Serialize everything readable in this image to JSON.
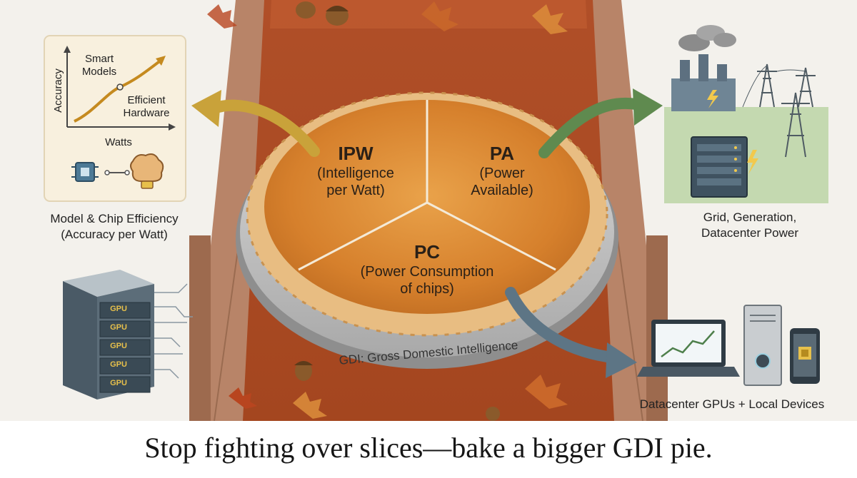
{
  "pie": {
    "slices": [
      {
        "abbr": "IPW",
        "line1": "(Intelligence",
        "line2": "per Watt)"
      },
      {
        "abbr": "PA",
        "line1": "(Power",
        "line2": "Available)"
      },
      {
        "abbr": "PC",
        "line1": "(Power Consumption",
        "line2": "of chips)"
      }
    ],
    "rim_label": "GDI: Gross Domestic Intelligence"
  },
  "efficiency_card": {
    "y_axis": "Accuracy",
    "x_axis": "Watts",
    "smart_models_1": "Smart",
    "smart_models_2": "Models",
    "efficient_hw_1": "Efficient",
    "efficient_hw_2": "Hardware",
    "caption_1": "Model & Chip Efficiency",
    "caption_2": "(Accuracy per Watt)"
  },
  "grid": {
    "caption_1": "Grid, Generation,",
    "caption_2": "Datacenter Power"
  },
  "gpu_rack": {
    "gpu_labels": [
      "GPU",
      "GPU",
      "GPU",
      "GPU",
      "GPU"
    ]
  },
  "devices": {
    "caption": "Datacenter GPUs + Local Devices"
  },
  "footer": {
    "caption": "Stop fighting over slices—bake a bigger GDI pie."
  },
  "colors": {
    "runner": "#b5542a",
    "table": "#b9876b",
    "pie_filling": "#d9822f",
    "crust": "#e6b97e",
    "arrow_left": "#c9a23a",
    "arrow_right": "#5f8a4f",
    "arrow_down": "#5d7585"
  },
  "icons": [
    "acorn-icon",
    "leaf-icon",
    "chip-icon",
    "brain-icon",
    "lightning-icon",
    "power-button-icon",
    "tower-icon",
    "factory-icon"
  ]
}
